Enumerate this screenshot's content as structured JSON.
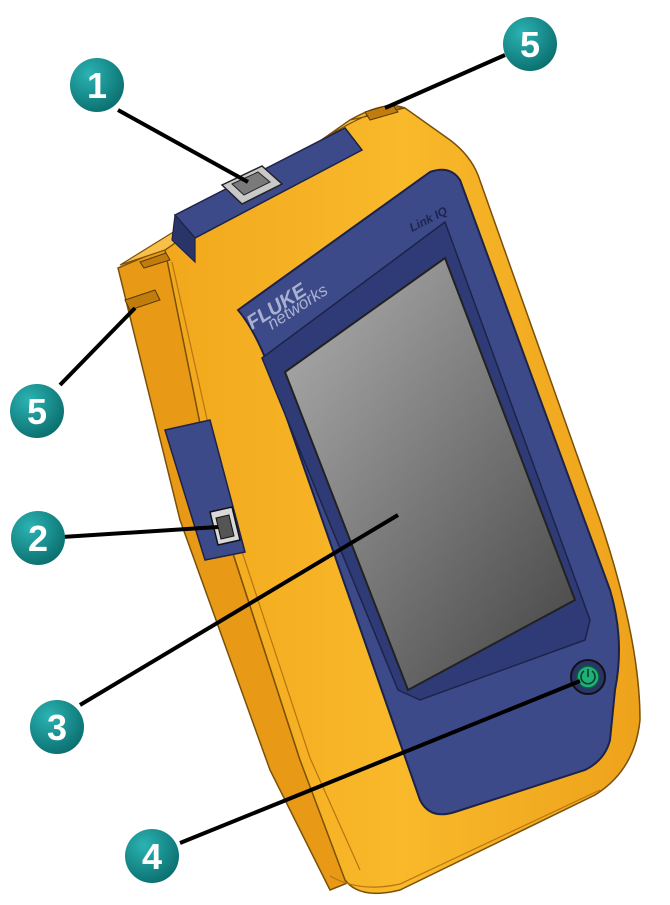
{
  "device": {
    "brand": "FLUKE",
    "brand_sub": "networks",
    "model": "Link IQ",
    "colors": {
      "body": "#f6b324",
      "body_shade": "#e59a18",
      "panel": "#3d4a8a",
      "panel_dark": "#2a3468",
      "screen_light": "#a9a9a9",
      "screen_dark": "#4a4a4a",
      "callout_fill": "#0f8a8a",
      "power_button": "#1fb07a"
    }
  },
  "callouts": [
    {
      "number": "1",
      "part": "rj45-port"
    },
    {
      "number": "2",
      "part": "usb-port"
    },
    {
      "number": "3",
      "part": "touchscreen"
    },
    {
      "number": "4",
      "part": "power-button"
    },
    {
      "number": "5",
      "part": "strap-slot-top"
    },
    {
      "number": "5",
      "part": "strap-slot-left"
    }
  ]
}
